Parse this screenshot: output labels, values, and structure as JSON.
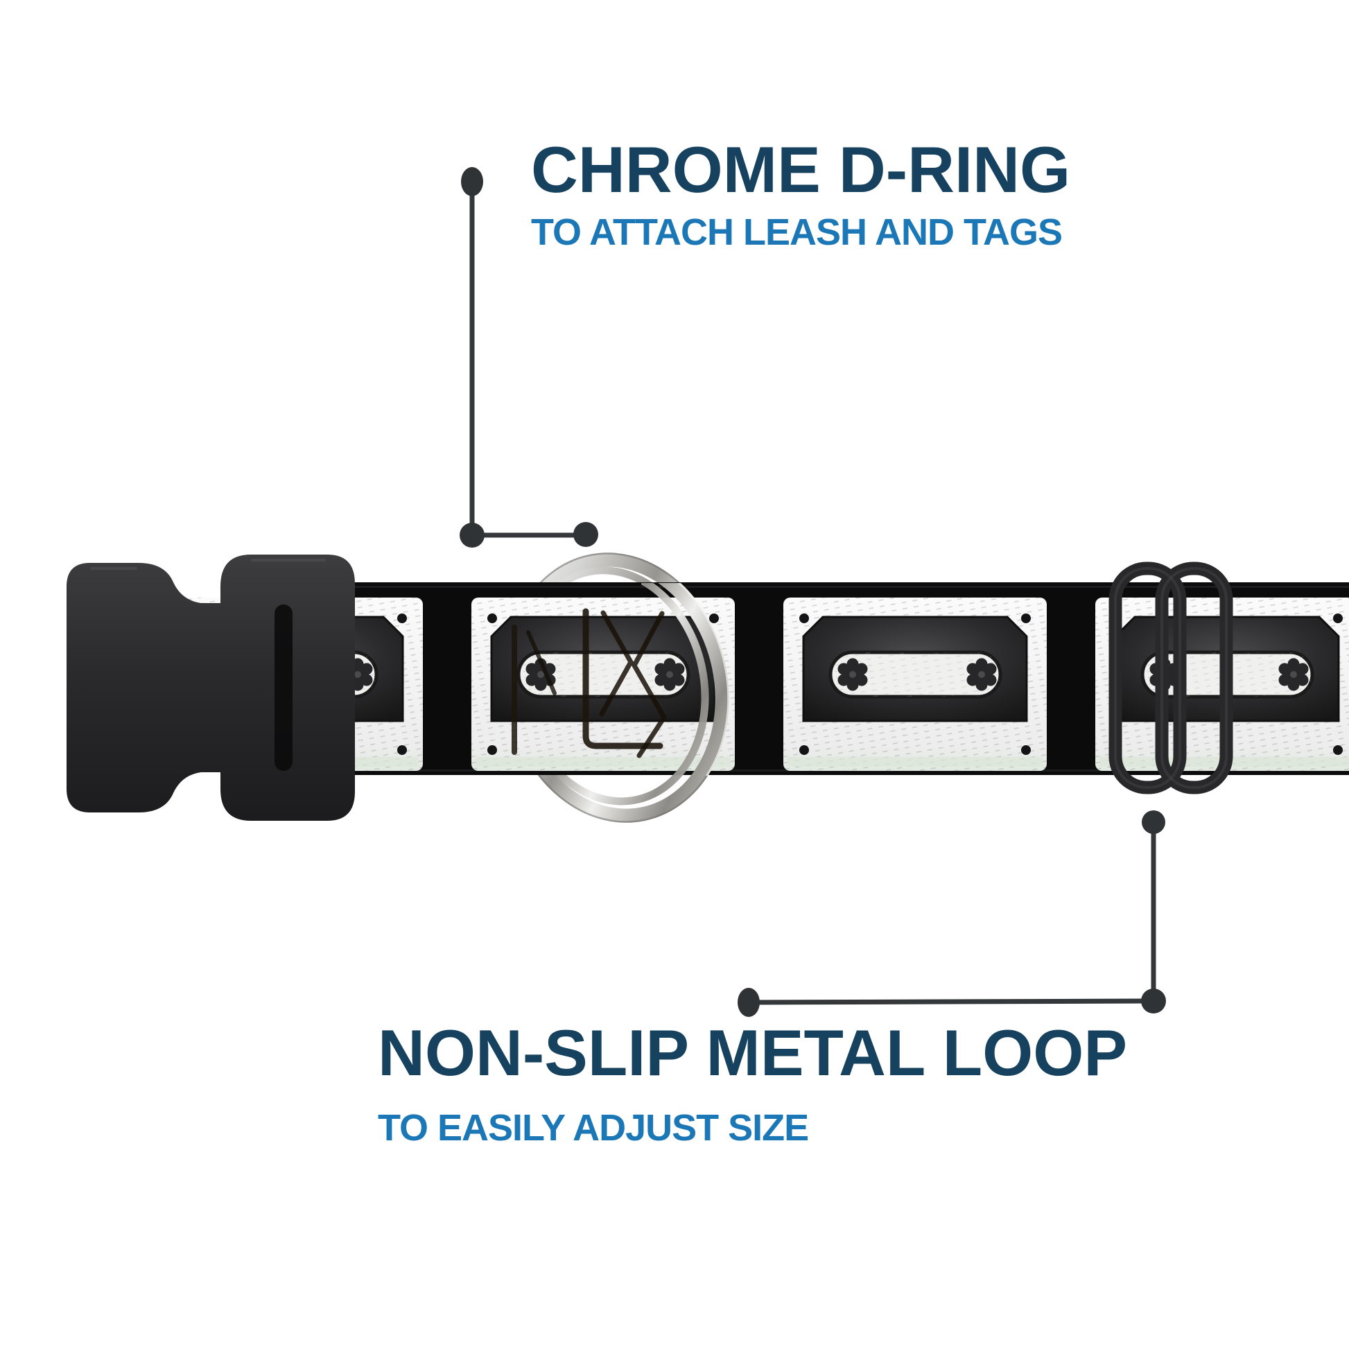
{
  "page": {
    "background": "#ffffff"
  },
  "callouts": {
    "d_ring": {
      "title": "CHROME D-RING",
      "subtitle": "TO ATTACH LEASH AND TAGS"
    },
    "metal_loop": {
      "title": "NON-SLIP METAL LOOP",
      "subtitle": "TO EASILY ADJUST SIZE"
    }
  },
  "colors": {
    "title": "#16425f",
    "subtitle": "#1b77b5",
    "annotation": "#333538",
    "chrome": "#d9d9d9",
    "plastic_black": "#2a2a2c",
    "strap_black": "#0b0b0c",
    "cassette_white": "#f1f1f1"
  },
  "parts": {
    "buckle": "side-release-buckle",
    "strap": "cassette-print-collar-strap",
    "ring": "chrome-d-ring",
    "slider": "non-slip-metal-loop"
  }
}
